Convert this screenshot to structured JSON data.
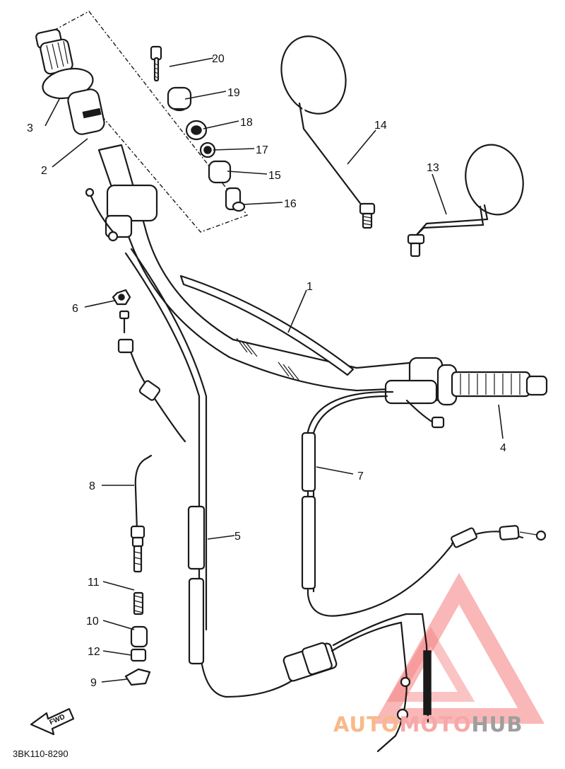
{
  "diagram_code": "3BK110-8290",
  "fwd_label": "FWD",
  "watermark": {
    "words": [
      "AUTO",
      "MOTO",
      "HUB"
    ],
    "colors": {
      "auto": "#f7b98a",
      "moto": "#f7a7a7",
      "hub": "#9e9e9e",
      "triangle": "#f47c7c"
    }
  },
  "callouts": [
    {
      "id": "1",
      "label": "1"
    },
    {
      "id": "2",
      "label": "2"
    },
    {
      "id": "3",
      "label": "3"
    },
    {
      "id": "4",
      "label": "4"
    },
    {
      "id": "5",
      "label": "5"
    },
    {
      "id": "6",
      "label": "6"
    },
    {
      "id": "7",
      "label": "7"
    },
    {
      "id": "8",
      "label": "8"
    },
    {
      "id": "9",
      "label": "9"
    },
    {
      "id": "10",
      "label": "10"
    },
    {
      "id": "11",
      "label": "11"
    },
    {
      "id": "12",
      "label": "12"
    },
    {
      "id": "13",
      "label": "13"
    },
    {
      "id": "14",
      "label": "14"
    },
    {
      "id": "15",
      "label": "15"
    },
    {
      "id": "16",
      "label": "16"
    },
    {
      "id": "17",
      "label": "17"
    },
    {
      "id": "18",
      "label": "18"
    },
    {
      "id": "19",
      "label": "19"
    },
    {
      "id": "20",
      "label": "20"
    }
  ]
}
